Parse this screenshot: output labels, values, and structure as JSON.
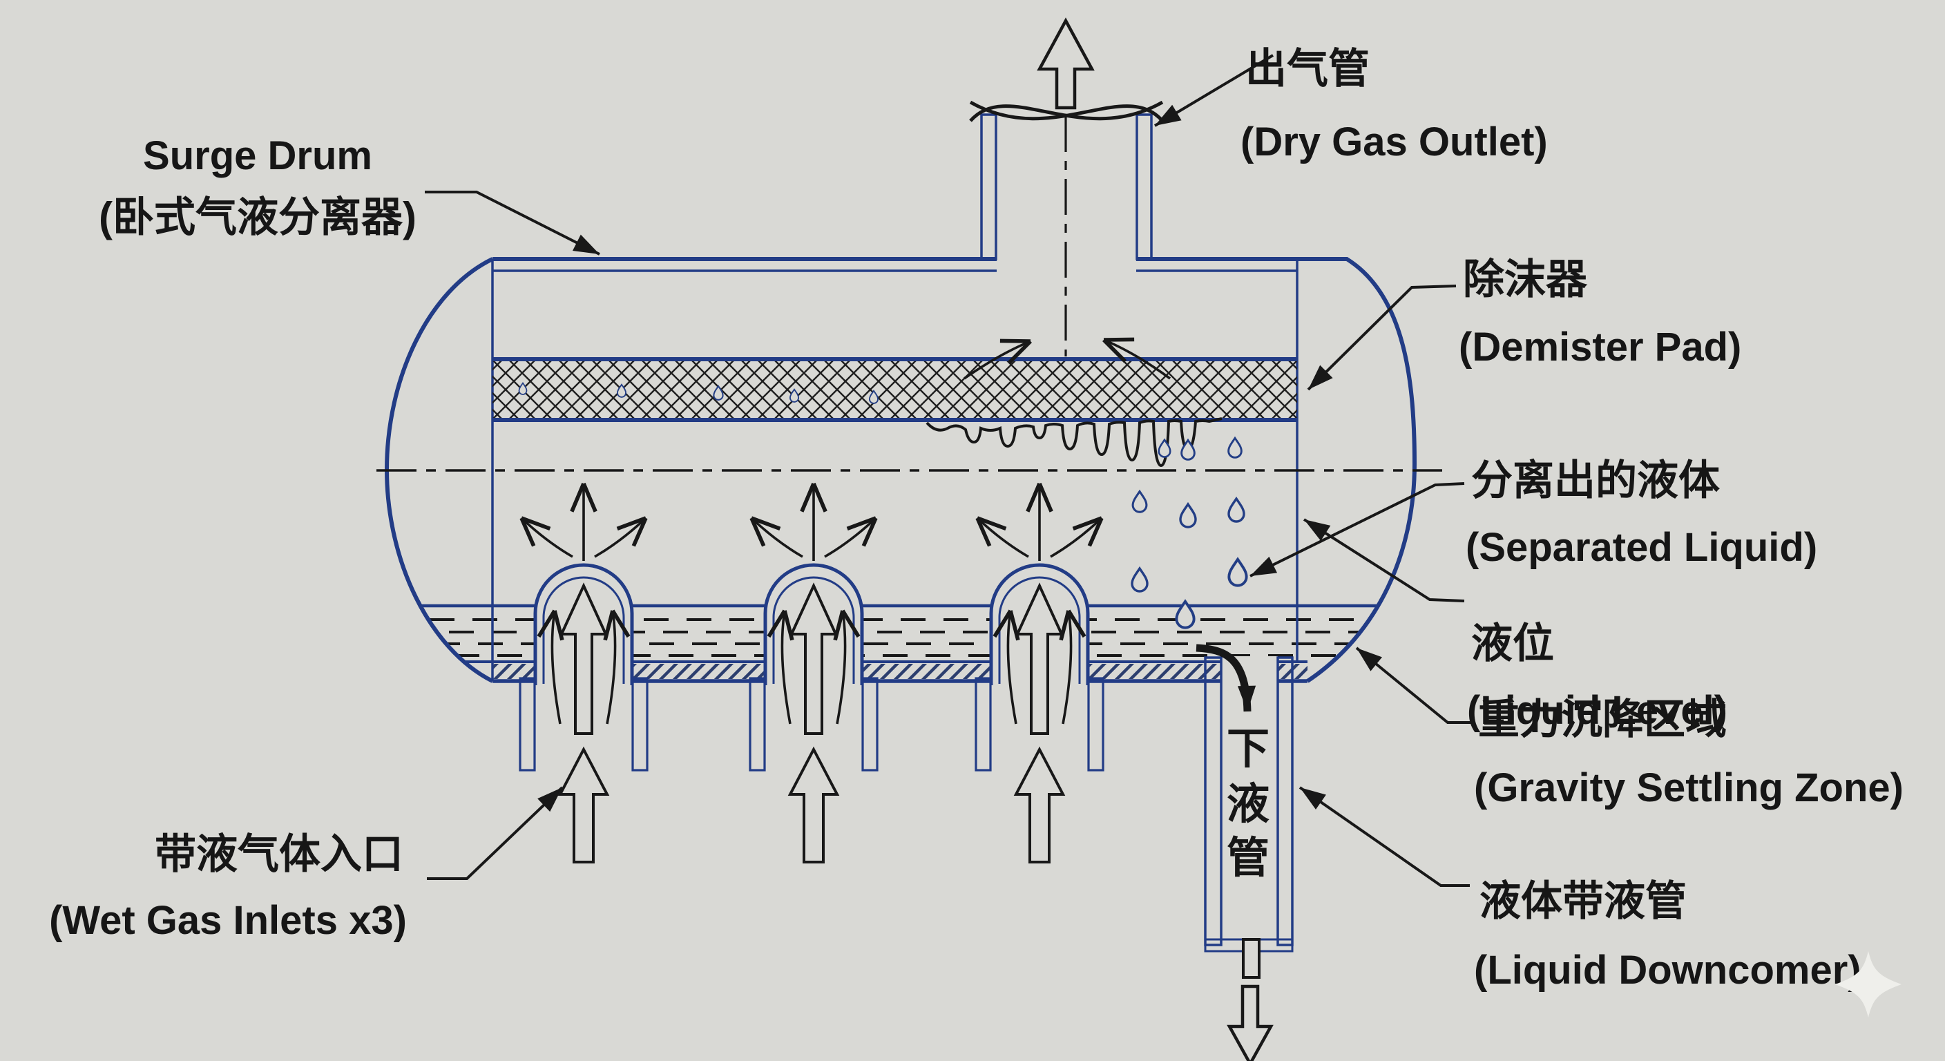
{
  "diagram": {
    "type": "engineering-schematic",
    "subject": "horizontal gas-liquid separator (surge drum)",
    "colors": {
      "paper_background": "#d9d9d5",
      "vessel_line_navy": "#223c86",
      "annotation_black": "#181818",
      "sparkle_white": "#efefeb"
    }
  },
  "labels": {
    "surge_drum": {
      "en": "Surge Drum",
      "cn": "(卧式气液分离器)"
    },
    "dry_gas_outlet": {
      "cn": "出气管",
      "en": "(Dry Gas Outlet)"
    },
    "demister_pad": {
      "cn": "除沫器",
      "en": "(Demister Pad)"
    },
    "separated_liquid": {
      "cn": "分离出的液体",
      "en": "(Separated Liquid)"
    },
    "liquid_level": {
      "cn": "液位",
      "en": "(Liquid Level)"
    },
    "gravity_settling_zone": {
      "cn": "重力沉降区域",
      "en": "(Gravity Settling Zone)"
    },
    "liquid_downcomer": {
      "cn": "液体带液管",
      "en": "(Liquid Downcomer)"
    },
    "wet_gas_inlets": {
      "cn": "带液气体入口",
      "en": "(Wet Gas Inlets x3)"
    },
    "downcomer_vertical": {
      "c0": "下",
      "c1": "液",
      "c2": "管"
    }
  },
  "icons": {
    "sparkle": "four-point-star-watermark"
  }
}
